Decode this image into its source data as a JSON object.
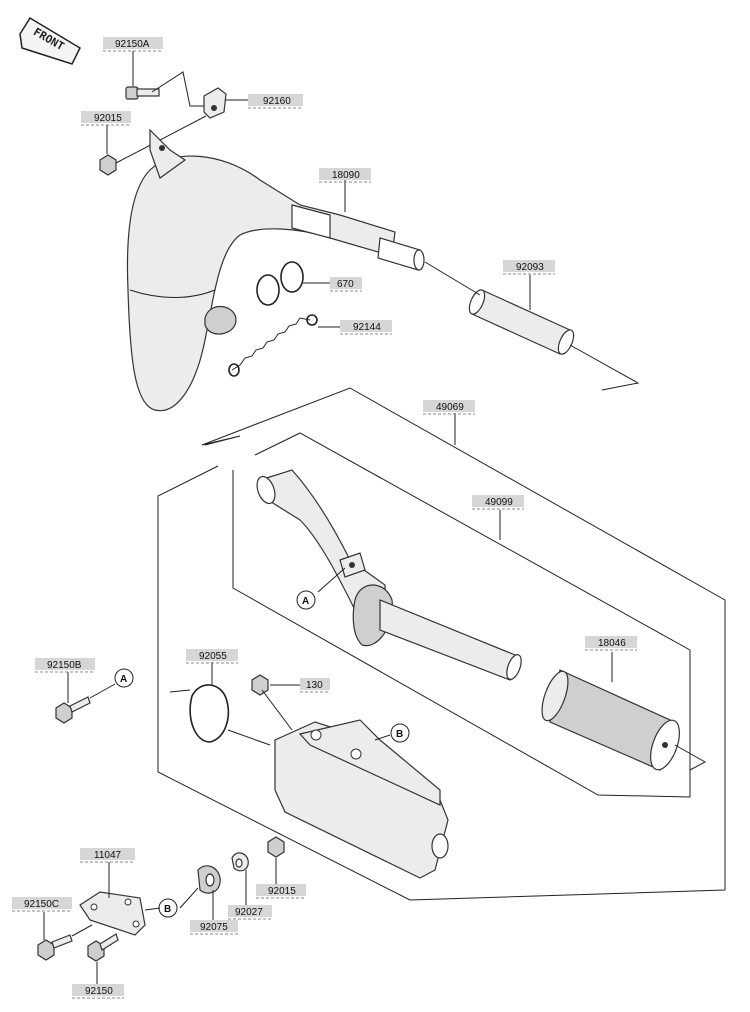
{
  "front_badge": "FRONT",
  "callouts": {
    "a": "A",
    "b": "B"
  },
  "parts": {
    "p92150A": "92150A",
    "p92160": "92160",
    "p92015_top": "92015",
    "p18090": "18090",
    "p92093": "92093",
    "p670": "670",
    "p92144": "92144",
    "p49069": "49069",
    "p49099": "49099",
    "p18046": "18046",
    "p92150B": "92150B",
    "p92055": "92055",
    "p130": "130",
    "p11047": "11047",
    "p92150C": "92150C",
    "p92015_bottom": "92015",
    "p92027": "92027",
    "p92075": "92075",
    "p92150": "92150"
  }
}
